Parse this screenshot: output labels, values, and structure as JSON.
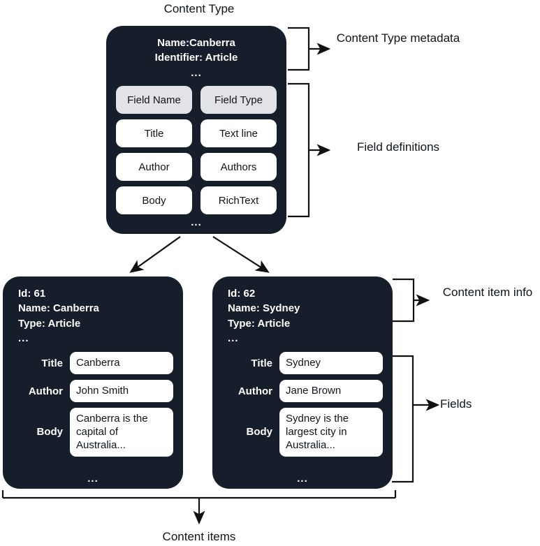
{
  "diagram": {
    "title": "Content Type",
    "bottom_label": "Content items"
  },
  "content_type": {
    "metadata": {
      "name_line": "Name:Canberra",
      "identifier_line": "Identifier: Article",
      "ellipsis": "..."
    },
    "table": {
      "headers": [
        "Field Name",
        "Field Type"
      ],
      "rows": [
        [
          "Title",
          "Text line"
        ],
        [
          "Author",
          "Authors"
        ],
        [
          "Body",
          "RichText"
        ]
      ],
      "ellipsis": "..."
    }
  },
  "content_items": [
    {
      "info": {
        "id_line": "Id: 61",
        "name_line": "Name: Canberra",
        "type_line": "Type: Article",
        "ellipsis": "..."
      },
      "fields": [
        {
          "label": "Title",
          "value": "Canberra"
        },
        {
          "label": "Author",
          "value": "John Smith"
        },
        {
          "label": "Body",
          "value": "Canberra is the capital of Australia..."
        }
      ],
      "ellipsis": "..."
    },
    {
      "info": {
        "id_line": "Id: 62",
        "name_line": "Name: Sydney",
        "type_line": "Type: Article",
        "ellipsis": "..."
      },
      "fields": [
        {
          "label": "Title",
          "value": "Sydney"
        },
        {
          "label": "Author",
          "value": "Jane Brown"
        },
        {
          "label": "Body",
          "value": "Sydney is the largest city in Australia..."
        }
      ],
      "ellipsis": "..."
    }
  ],
  "annotations": {
    "content_type_metadata": "Content Type metadata",
    "field_definitions": "Field definitions",
    "content_item_info": "Content item info",
    "fields": "Fields"
  },
  "colors": {
    "card_background": "#161d2b",
    "card_text": "#ffffff",
    "header_chip": "#e2e2e9",
    "value_box": "#ffffff",
    "page_background": "#ffffff",
    "stroke": "#111111"
  }
}
